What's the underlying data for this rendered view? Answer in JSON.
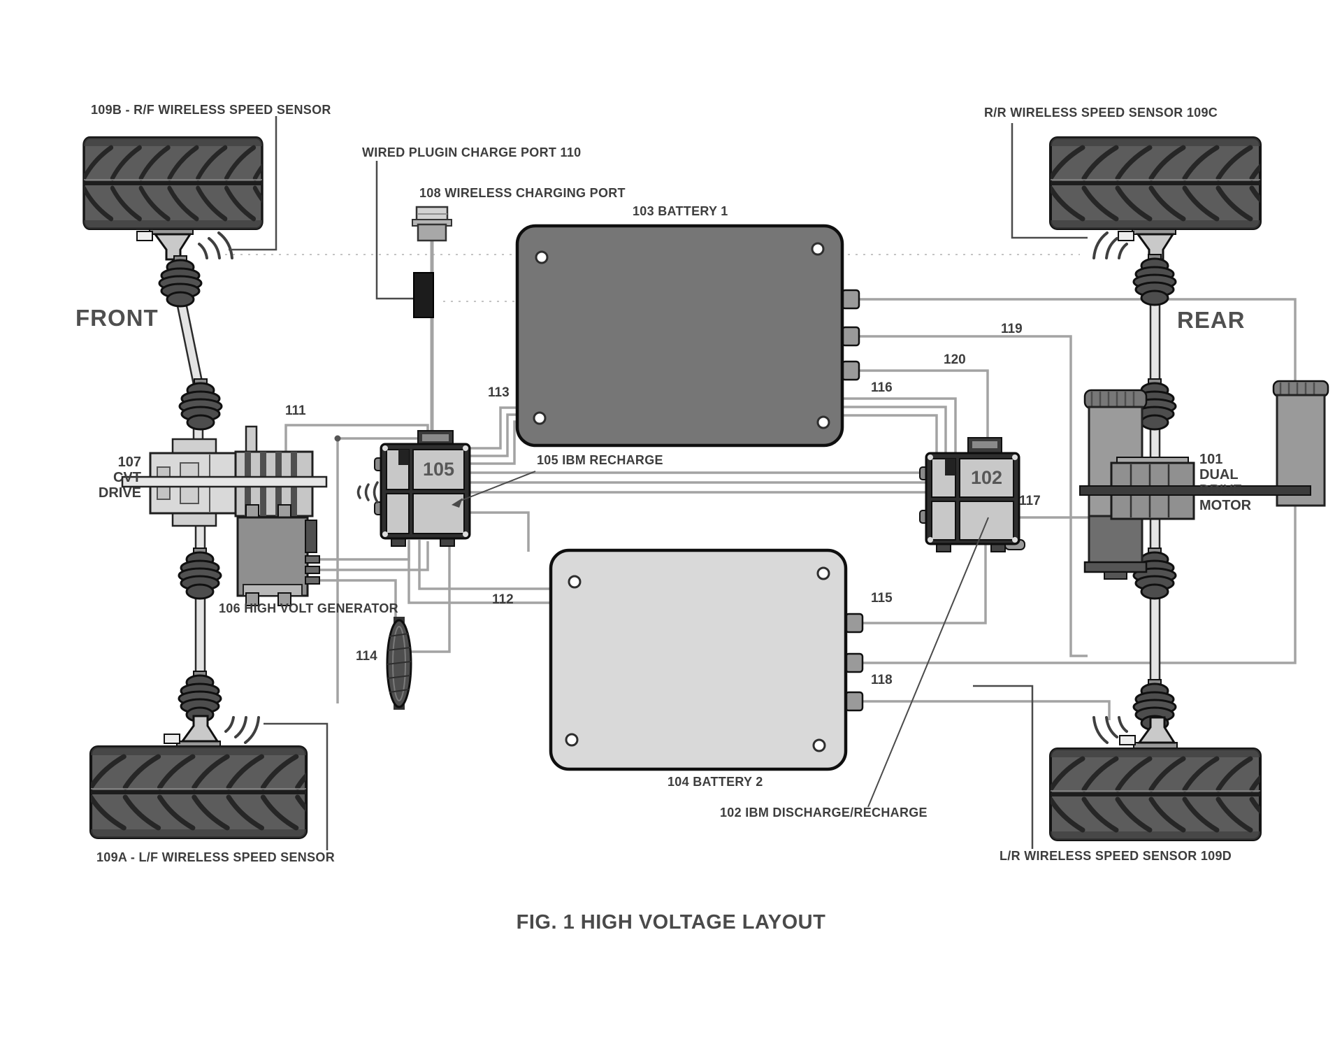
{
  "figure": {
    "caption": "FIG. 1 HIGH VOLTAGE LAYOUT",
    "front_label": "FRONT",
    "rear_label": "REAR"
  },
  "components": {
    "sensor_rf": "109B - R/F WIRELESS SPEED SENSOR",
    "sensor_rr": "R/R WIRELESS SPEED SENSOR 109C",
    "sensor_lf": "109A - L/F WIRELESS SPEED SENSOR",
    "sensor_lr": "L/R WIRELESS SPEED SENSOR 109D",
    "wired_charge_port": "WIRED PLUGIN CHARGE PORT 110",
    "wireless_charge_port": "108 WIRELESS CHARGING PORT",
    "battery1": "103 BATTERY 1",
    "battery2": "104 BATTERY 2",
    "ibm_recharge": "105 IBM RECHARGE",
    "ibm_discharge_recharge": "102 IBM DISCHARGE/RECHARGE",
    "generator": "106 HIGH VOLT GENERATOR",
    "unit105_ref": "105",
    "unit102_ref": "102",
    "cvt_drive": {
      "ref": "107",
      "line2": "CVT",
      "line3": "DRIVE"
    },
    "dual_drive_motor": {
      "ref": "101",
      "line2": "DUAL",
      "line3": "DRIVE",
      "line4": "MOTOR"
    }
  },
  "wire_refs": {
    "w111": "111",
    "w112": "112",
    "w113": "113",
    "w114": "114",
    "w115": "115",
    "w116": "116",
    "w117": "117",
    "w118": "118",
    "w119": "119",
    "w120": "120"
  },
  "colors": {
    "background": "#ffffff",
    "label_text": "#3d3d3d",
    "outline": "#1a1a1a",
    "tire_fill": "#5c5c5c",
    "battery1_fill": "#767676",
    "battery2_fill": "#d9d9d9",
    "unit_panel_fill": "#c8c8c8",
    "wire": "#a3a3a3"
  }
}
